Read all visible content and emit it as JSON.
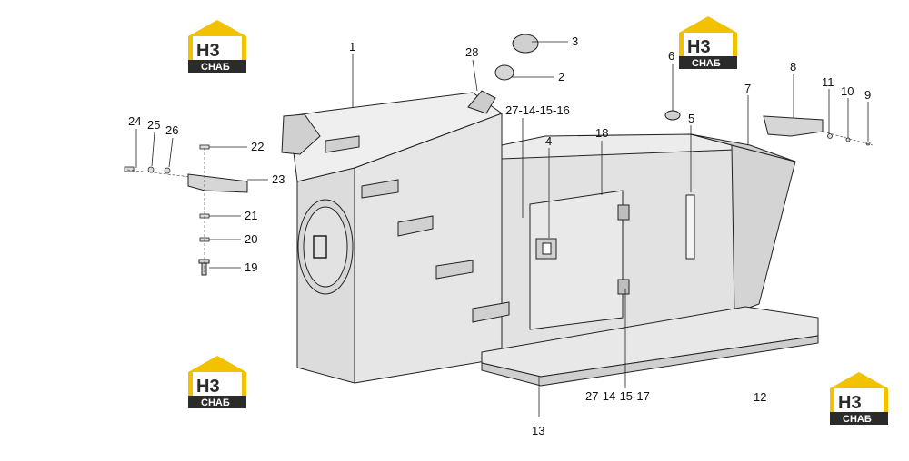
{
  "colors": {
    "brand_yellow": "#f2c200",
    "brand_dark": "#2b2b2b",
    "panel": "#d9d9d9",
    "panel_dark": "#c4c4c4",
    "leader": "#222222",
    "accent_leader": "#c0392b"
  },
  "logo": {
    "mark": "H3",
    "caption": "СНАБ"
  },
  "callouts": {
    "c1": "1",
    "c2": "2",
    "c3": "3",
    "c4": "4",
    "c5": "5",
    "c6": "6",
    "c7": "7",
    "c8": "8",
    "c9": "9",
    "c10": "10",
    "c11": "11",
    "c12": "12",
    "c13": "13",
    "c18": "18",
    "c19": "19",
    "c20": "20",
    "c21": "21",
    "c22": "22",
    "c23": "23",
    "c24": "24",
    "c25": "25",
    "c26": "26",
    "c28": "28",
    "ref_a": "27-14-15-16",
    "ref_b": "27-14-15-17"
  }
}
